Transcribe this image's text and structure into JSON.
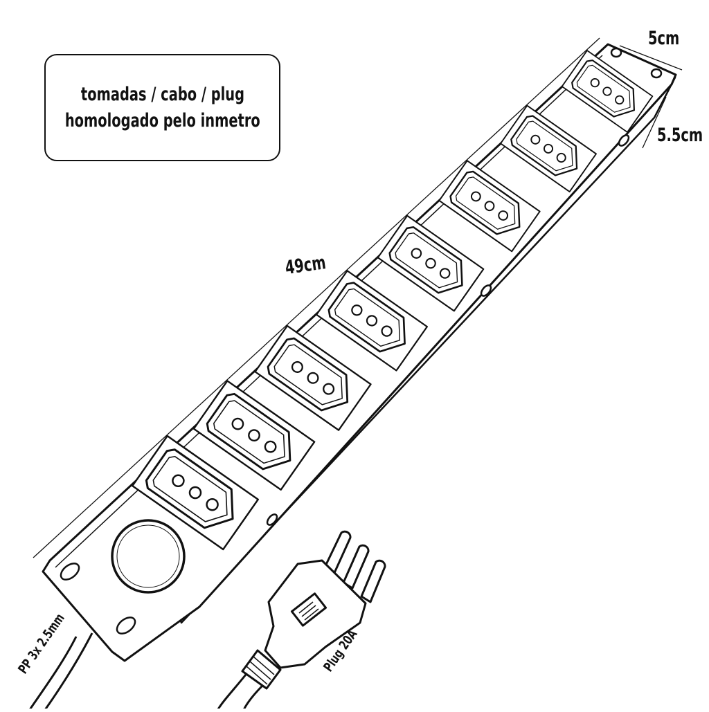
{
  "info_box": {
    "line1": "tomadas / cabo / plug",
    "line2": "homologado pelo inmetro"
  },
  "dimensions": {
    "width": "5cm",
    "height": "5.5cm",
    "length": "49cm"
  },
  "cable_label": "PP 3x 2.5mm",
  "plug_label": "Plug 20A",
  "socket_count": 8,
  "colors": {
    "stroke": "#111111",
    "background": "#ffffff"
  }
}
